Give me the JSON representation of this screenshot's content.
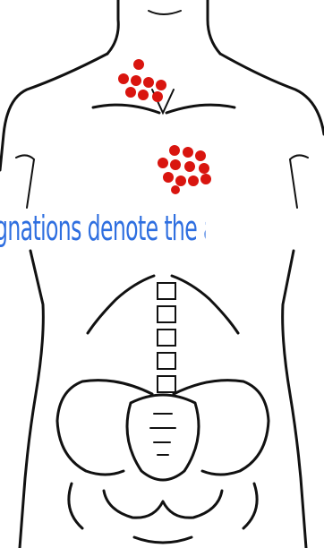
{
  "caption": "gnations denote the a",
  "colors": {
    "marker": "#d9150f",
    "caption": "#2f6fe0",
    "outline": "#111111"
  },
  "marker_groups": [
    {
      "name": "neck-cluster",
      "count": 8
    },
    {
      "name": "sternum-cluster",
      "count": 12
    }
  ]
}
